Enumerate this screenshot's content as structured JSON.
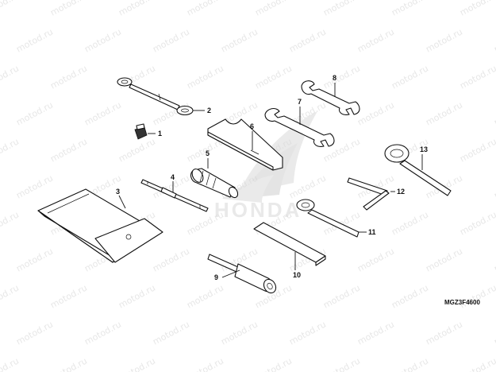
{
  "watermark": {
    "text": "motod.ru"
  },
  "logo": {
    "text": "HONDA"
  },
  "diagram_code": "MGZ3F4600",
  "callouts": {
    "c1": "1",
    "c2": "2",
    "c3": "3",
    "c4": "4",
    "c5": "5",
    "c6": "6",
    "c7": "7",
    "c8": "8",
    "c9": "9",
    "c10": "10",
    "c11": "11",
    "c12": "12",
    "c13": "13"
  }
}
